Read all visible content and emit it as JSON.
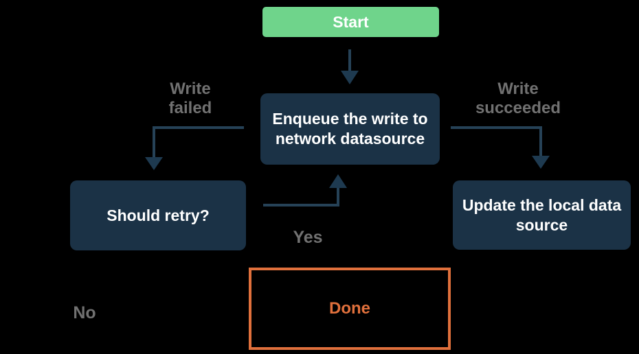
{
  "diagram": {
    "colors": {
      "background": "#000000",
      "green": "#6fd48b",
      "navy": "#1b3246",
      "arrow": "#264257",
      "arrowhead": "#1e3a50",
      "gray": "#717171",
      "orange": "#e0703c",
      "white": "#ffffff"
    },
    "nodes": {
      "start": {
        "label": "Start"
      },
      "enqueue": {
        "label": "Enqueue the write to\nnetwork datasource"
      },
      "should_retry": {
        "label": "Should retry?"
      },
      "update_local": {
        "label": "Update the local data\nsource"
      },
      "done": {
        "label": "Done"
      }
    },
    "edge_labels": {
      "write_failed": "Write\nfailed",
      "write_succeeded": "Write\nsucceeded",
      "yes": "Yes",
      "no": "No"
    }
  }
}
